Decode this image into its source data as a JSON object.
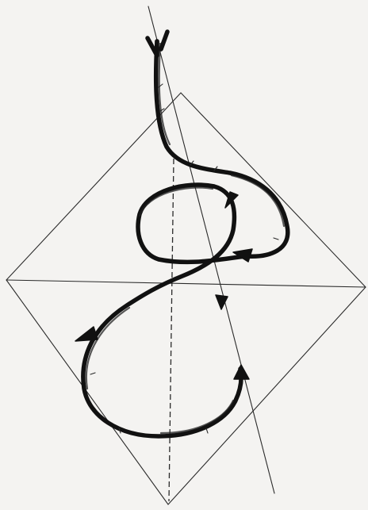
{
  "figure": {
    "kind": "hand-drawn sketch",
    "elements": [
      "diamond-outline",
      "horizontal-diagonal",
      "vertical-dashed-axis",
      "slanted-axis-line",
      "s-curve-path-with-loops",
      "direction-arrows"
    ]
  }
}
